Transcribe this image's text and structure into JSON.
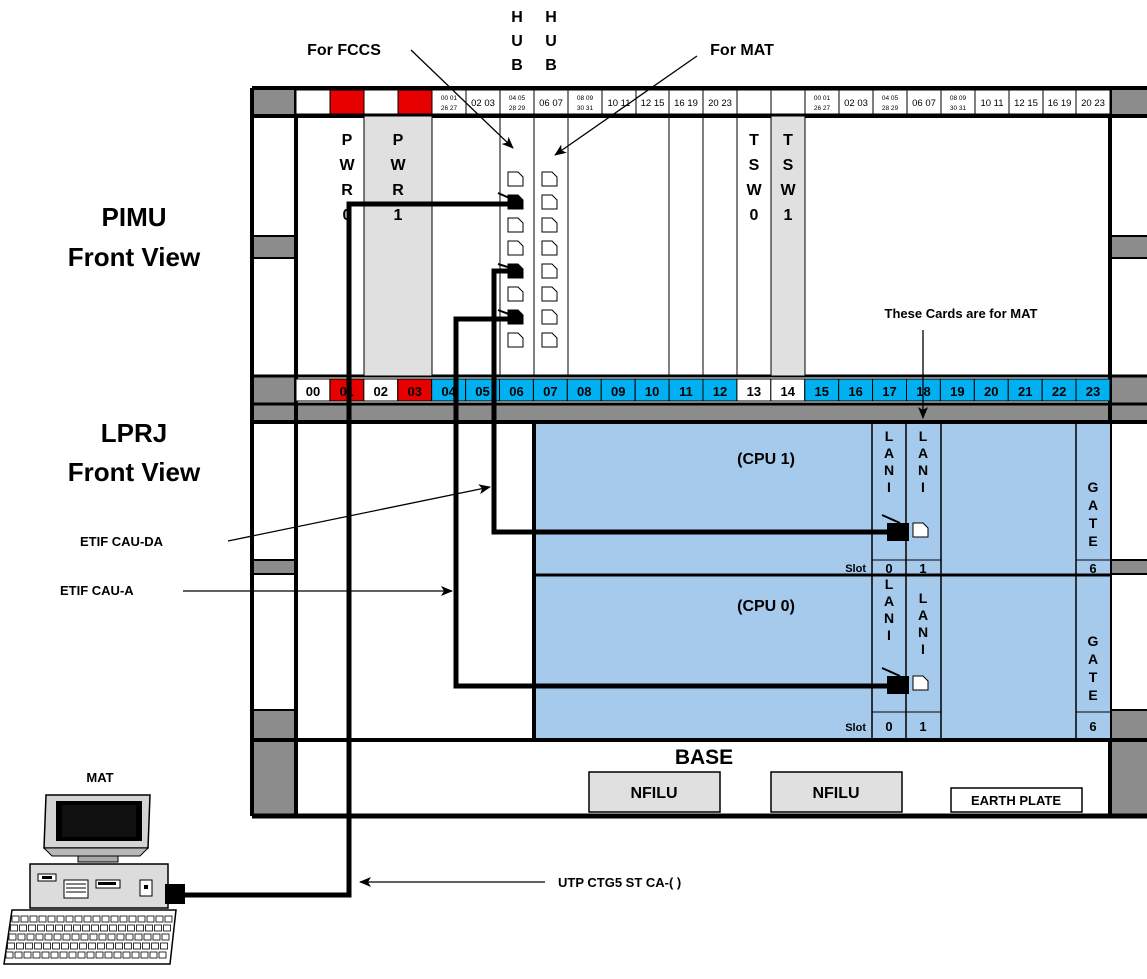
{
  "labels": {
    "pimu": [
      "PIMU",
      "Front View"
    ],
    "lprj": [
      "LPRJ",
      "Front View"
    ],
    "for_fccs": "For FCCS",
    "for_mat": "For MAT",
    "hub": [
      "H",
      "U",
      "B"
    ],
    "these_cards": "These Cards are for MAT",
    "etif_cau_da": "ETIF CAU-DA",
    "etif_cau_a": "ETIF CAU-A",
    "mat": "MAT",
    "utp": "UTP CTG5 ST CA-(   )",
    "base": "BASE",
    "nfilu": "NFILU",
    "earth_plate": "EARTH PLATE",
    "cpu1": "(CPU 1)",
    "cpu0": "(CPU 0)",
    "slot": "Slot",
    "lani": [
      "L",
      "A",
      "N",
      "I"
    ],
    "gate": [
      "G",
      "A",
      "T",
      "E"
    ],
    "pwr0": [
      "P",
      "W",
      "R",
      "0"
    ],
    "pwr1": [
      "P",
      "W",
      "R",
      "1"
    ],
    "tsw0": [
      "T",
      "S",
      "W",
      "0"
    ],
    "tsw1": [
      "T",
      "S",
      "W",
      "1"
    ]
  },
  "top_strip": {
    "left": [
      {
        "t": "",
        "c": "#ffffff"
      },
      {
        "t": "",
        "c": "#e60000"
      },
      {
        "t": "",
        "c": "#ffffff"
      },
      {
        "t": "",
        "c": "#e60000"
      },
      {
        "t": [
          "00 01",
          "26 27"
        ],
        "c": "#ffffff"
      },
      {
        "t": "02 03",
        "c": "#ffffff"
      },
      {
        "t": [
          "04 05",
          "28 29"
        ],
        "c": "#ffffff"
      },
      {
        "t": "06 07",
        "c": "#ffffff"
      },
      {
        "t": [
          "08 09",
          "30 31"
        ],
        "c": "#ffffff"
      },
      {
        "t": "10 11",
        "c": "#ffffff"
      },
      {
        "t": "12 15",
        "c": "#ffffff"
      },
      {
        "t": "16 19",
        "c": "#ffffff"
      },
      {
        "t": "20 23",
        "c": "#ffffff"
      }
    ],
    "right": [
      {
        "t": [
          "00 01",
          "26 27"
        ]
      },
      {
        "t": "02 03"
      },
      {
        "t": [
          "04 05",
          "28 29"
        ]
      },
      {
        "t": "06 07"
      },
      {
        "t": [
          "08 09",
          "30 31"
        ]
      },
      {
        "t": "10 11"
      },
      {
        "t": "12 15"
      },
      {
        "t": "16 19"
      },
      {
        "t": "20 23"
      }
    ]
  },
  "slot_strip": [
    {
      "n": "00",
      "c": "#ffffff"
    },
    {
      "n": "01",
      "c": "#e60000"
    },
    {
      "n": "02",
      "c": "#ffffff"
    },
    {
      "n": "03",
      "c": "#e60000"
    },
    {
      "n": "04",
      "c": "#00b0f0"
    },
    {
      "n": "05",
      "c": "#00b0f0"
    },
    {
      "n": "06",
      "c": "#00b0f0"
    },
    {
      "n": "07",
      "c": "#00b0f0"
    },
    {
      "n": "08",
      "c": "#00b0f0"
    },
    {
      "n": "09",
      "c": "#00b0f0"
    },
    {
      "n": "10",
      "c": "#00b0f0"
    },
    {
      "n": "11",
      "c": "#00b0f0"
    },
    {
      "n": "12",
      "c": "#00b0f0"
    },
    {
      "n": "13",
      "c": "#ffffff"
    },
    {
      "n": "14",
      "c": "#ffffff"
    },
    {
      "n": "15",
      "c": "#00b0f0"
    },
    {
      "n": "16",
      "c": "#00b0f0"
    },
    {
      "n": "17",
      "c": "#00b0f0"
    },
    {
      "n": "18",
      "c": "#00b0f0"
    },
    {
      "n": "19",
      "c": "#00b0f0"
    },
    {
      "n": "20",
      "c": "#00b0f0"
    },
    {
      "n": "21",
      "c": "#00b0f0"
    },
    {
      "n": "22",
      "c": "#00b0f0"
    },
    {
      "n": "23",
      "c": "#00b0f0"
    }
  ],
  "cpu_slots": {
    "first": "0",
    "second": "1",
    "gate": "6"
  },
  "colors": {
    "frame_gray": "#8c8c8c",
    "card_gray": "#e0e0e0",
    "cpu_blue": "#a6caec",
    "slot_cyan": "#00b0f0",
    "slot_red": "#e60000",
    "cable": "#000000"
  }
}
